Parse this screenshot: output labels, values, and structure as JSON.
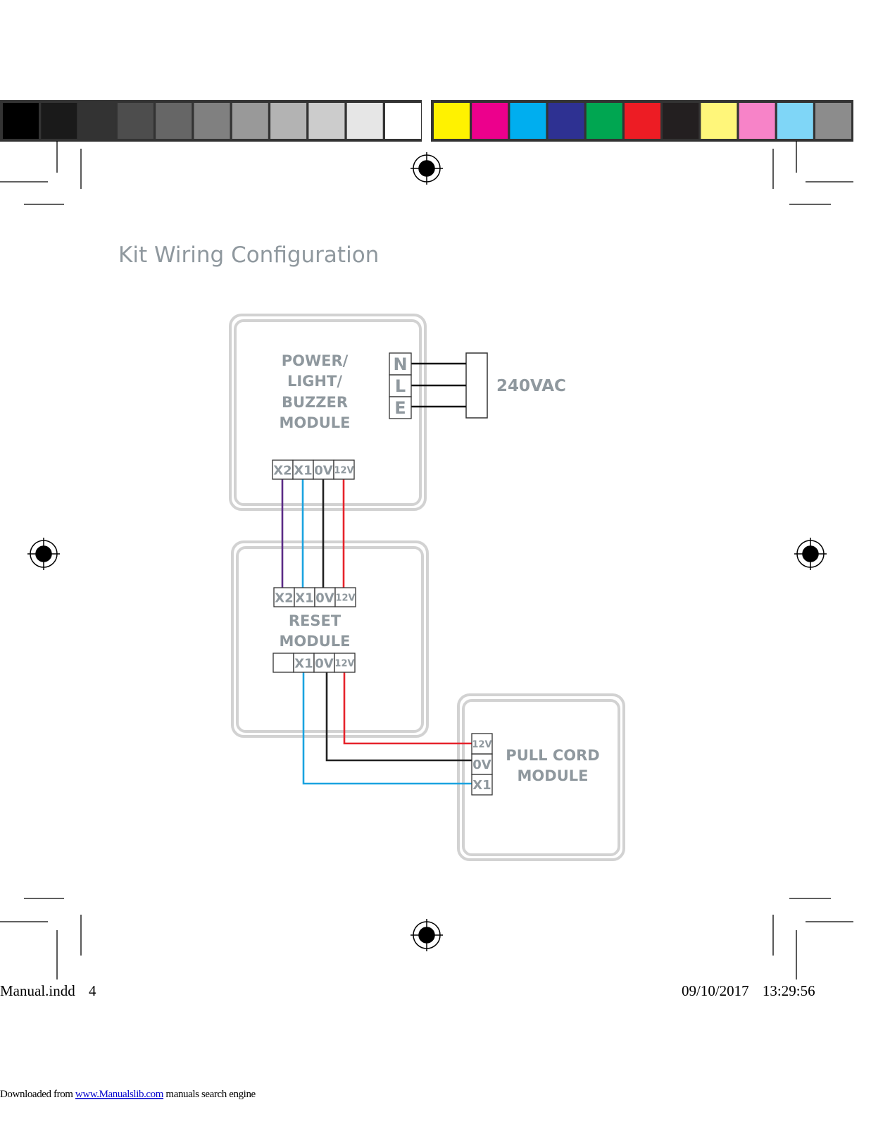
{
  "color_bar": {
    "grays": [
      "#000000",
      "#1a1a1a",
      "#333333",
      "#4d4d4d",
      "#666666",
      "#808080",
      "#999999",
      "#b3b3b3",
      "#cccccc",
      "#e6e6e6",
      "#ffffff"
    ],
    "colors": [
      "#fff200",
      "#ec008c",
      "#00aeef",
      "#2e3192",
      "#00a651",
      "#ed1c24",
      "#231f20",
      "#fff67a",
      "#f783c8",
      "#7fd6f7",
      "#8c8c8c"
    ]
  },
  "title": "Kit Wiring Configuration",
  "modules": {
    "power": {
      "label_lines": [
        "POWER/",
        "LIGHT/",
        "BUZZER",
        "MODULE"
      ]
    },
    "reset": {
      "label_lines": [
        "RESET",
        "MODULE"
      ]
    },
    "pull": {
      "label_lines": [
        "PULL CORD",
        "MODULE"
      ]
    }
  },
  "terminals": {
    "mains": [
      "N",
      "L",
      "E"
    ],
    "power_bottom": [
      "X2",
      "X1",
      "0V",
      "12V"
    ],
    "reset_top": [
      "X2",
      "X1",
      "0V",
      "12V"
    ],
    "reset_bottom": [
      "",
      "X1",
      "0V",
      "12V"
    ],
    "pull": [
      "12V",
      "0V",
      "X1"
    ]
  },
  "supply_label": "240VAC",
  "wire_colors": {
    "x2": "#5b2a86",
    "x1": "#1aa3e0",
    "zero_v": "#222222",
    "twelve_v": "#e6232b"
  },
  "footer": {
    "file": "Manual.indd",
    "page": "4",
    "date": "09/10/2017",
    "time": "13:29:56",
    "download_prefix": "Downloaded from ",
    "download_link": "www.Manualslib.com",
    "download_suffix": " manuals search engine"
  }
}
